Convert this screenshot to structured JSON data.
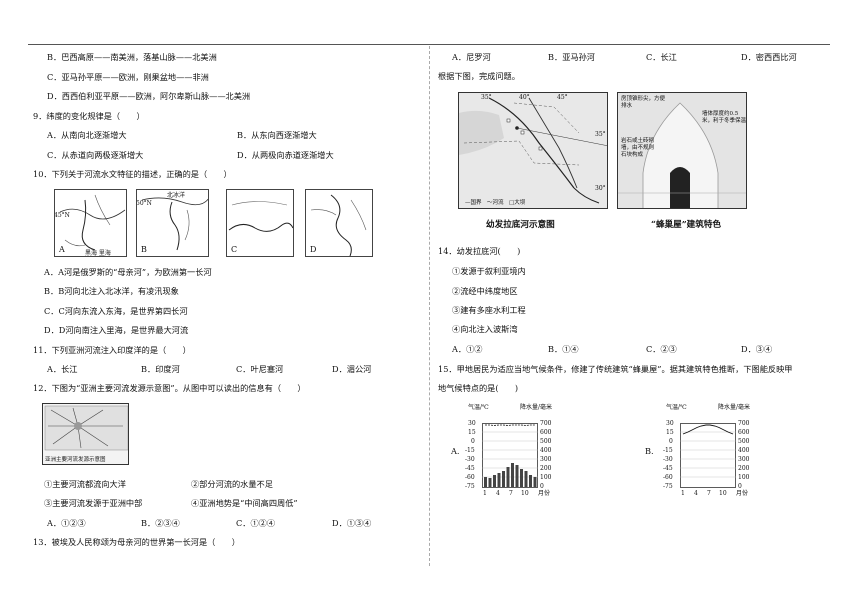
{
  "left": {
    "q8_options": {
      "b": "B．巴西高原——南美洲，落基山脉——北美洲",
      "c": "C．亚马孙平原——欧洲，刚果盆地——非洲",
      "d": "D．西西伯利亚平原——欧洲，阿尔卑斯山脉——北美洲"
    },
    "q9": {
      "stem": "9．纬度的变化规律是（　　）",
      "a": "A．从南向北逐渐增大",
      "b": "B．从东向西逐渐增大",
      "c": "C．从赤道向两极逐渐增大",
      "d": "D．从两极向赤道逐渐增大"
    },
    "q10": {
      "stem": "10．下列关于河流水文特征的描述，正确的是（　　）",
      "map_labels": {
        "lat_a": "45°N",
        "a": "A",
        "a_note": "黑海 里海",
        "b": "B",
        "b_note": "北冰洋",
        "b_lat": "50°N",
        "c": "C",
        "d": "D"
      },
      "a": "A．A河是俄罗斯的“母亲河”，为欧洲第一长河",
      "b": "B．B河向北注入北冰洋，有凌汛现象",
      "c": "C．C河向东流入东海，是世界第四长河",
      "d": "D．D河向南注入里海，是世界最大河流"
    },
    "q11": {
      "stem": "11．下列亚洲河流注入印度洋的是（　　）",
      "a": "A．长江",
      "b": "B．印度河",
      "c": "C．叶尼塞河",
      "d": "D．湄公河"
    },
    "q12": {
      "stem": "12．下图为“亚洲主要河流发源示意图”。从图中可以读出的信息有（　　）",
      "figure_caption": "亚洲主要河流发源示意图",
      "s1": "①主要河流都流向大洋",
      "s2": "②部分河流的水量不足",
      "s3": "③主要河流发源于亚洲中部",
      "s4": "④亚洲地势是“中间高四周低”",
      "a": "A．①②③",
      "b": "B．②③④",
      "c": "C．①②④",
      "d": "D．①③④"
    },
    "q13": {
      "stem": "13．被埃及人民称颂为母亲河的世界第一长河是（　　）"
    }
  },
  "right": {
    "q13_options": {
      "a": "A．尼罗河",
      "b": "B．亚马孙河",
      "c": "C．长江",
      "d": "D．密西西比河"
    },
    "intro": "根据下图，完成问题。",
    "figure": {
      "map_caption": "幼发拉底河示意图",
      "house_caption": "“蜂巢屋”建筑特色",
      "lon1": "35°",
      "lon2": "40°",
      "lon3": "45°",
      "lat1": "35°",
      "lat2": "30°",
      "legend": "—国界　～河流　□大坝",
      "note1": "房顶锥形尖，方便排水",
      "note2": "墙体厚度约0.5米，利于冬季保温",
      "note3": "岩石或土砖砌墙，由不规则石块构成"
    },
    "q14": {
      "stem": "14．幼发拉底河(　　)",
      "s1": "①发源于叙利亚境内",
      "s2": "②流经中纬度地区",
      "s3": "③建有多座水利工程",
      "s4": "④向北注入波斯湾",
      "a": "A．①②",
      "b": "B．①④",
      "c": "C．②③",
      "d": "D．③④"
    },
    "q15": {
      "stem_line1": "15．甲地居民为适应当地气候条件，修建了传统建筑“蜂巢屋”。据其建筑特色推断，下图能反映甲",
      "stem_line2": "地气候特点的是(　　)",
      "chart_a": {
        "label": "A.",
        "left_title": "气温/℃",
        "right_title": "降水量/毫米",
        "left_ticks": [
          "30",
          "15",
          "0",
          "-15",
          "-30",
          "-45",
          "-60",
          "-75"
        ],
        "right_ticks": [
          "700",
          "600",
          "500",
          "400",
          "300",
          "200",
          "100",
          "0"
        ],
        "x_ticks": [
          "1",
          "4",
          "7",
          "10"
        ],
        "x_unit": "月份"
      },
      "chart_b": {
        "label": "B.",
        "left_title": "气温/℃",
        "right_title": "降水量/毫米",
        "left_ticks": [
          "30",
          "15",
          "0",
          "-15",
          "-30",
          "-45",
          "-60",
          "-75"
        ],
        "right_ticks": [
          "700",
          "600",
          "500",
          "400",
          "300",
          "200",
          "100",
          "0"
        ],
        "x_ticks": [
          "1",
          "4",
          "7",
          "10"
        ],
        "x_unit": "月份"
      }
    }
  }
}
